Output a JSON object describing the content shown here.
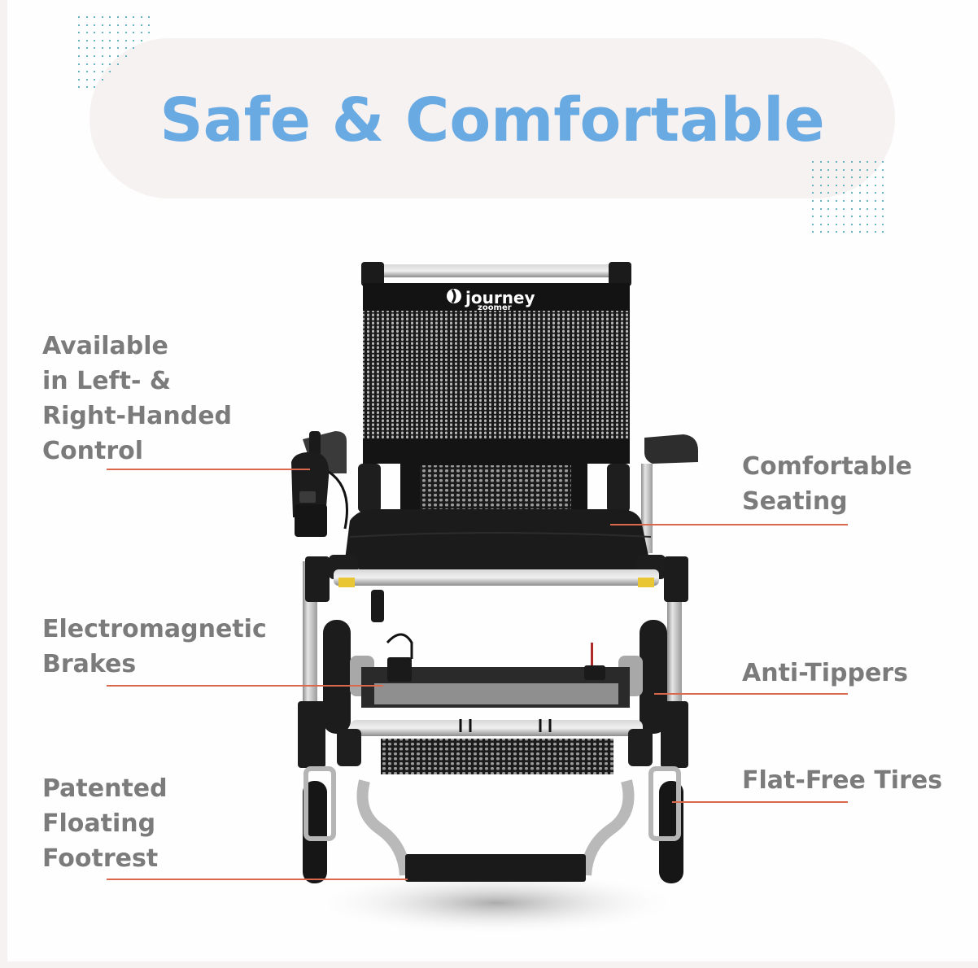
{
  "title": "Safe & Comfortable",
  "colors": {
    "title": "#6aaae2",
    "label": "#7b7b7b",
    "leader": "#d9694a",
    "banner": "#f6f2f2",
    "dots": "#3a9fb0"
  },
  "product": {
    "brand": "journey",
    "model": "zoomer",
    "trademark": "™"
  },
  "features": [
    {
      "side": "left",
      "lines": "Available\nin Left- &\nRight-Handed\nControl",
      "label": "Available in Left- & Right-Handed Control"
    },
    {
      "side": "left",
      "lines": "Electromagnetic\nBrakes",
      "label": "Electromagnetic Brakes"
    },
    {
      "side": "left",
      "lines": "Patented\nFloating\nFootrest",
      "label": "Patented Floating Footrest"
    },
    {
      "side": "right",
      "lines": "Comfortable\nSeating",
      "label": "Comfortable Seating"
    },
    {
      "side": "right",
      "lines": "Anti-Tippers",
      "label": "Anti-Tippers"
    },
    {
      "side": "right",
      "lines": "Flat-Free Tires",
      "label": "Flat-Free Tires"
    }
  ]
}
